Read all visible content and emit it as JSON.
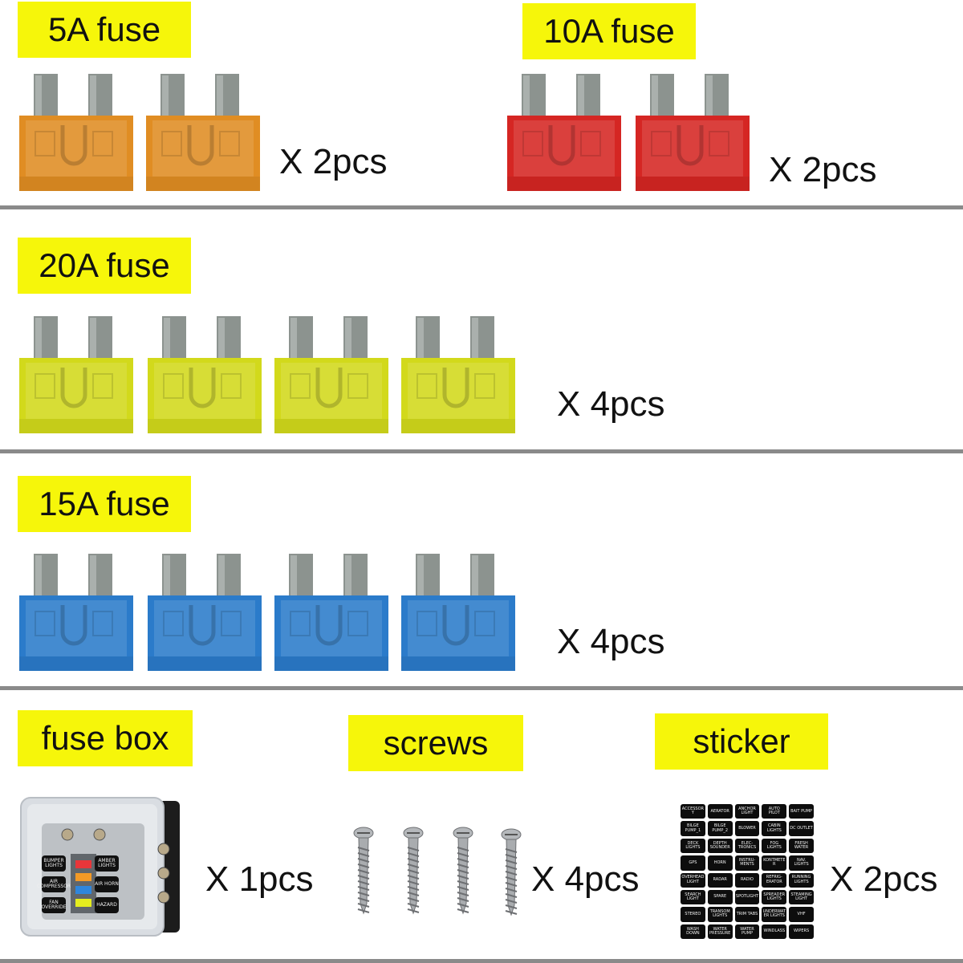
{
  "sections": {
    "fuse5": {
      "label": "5A fuse",
      "qty": "X 2pcs",
      "color": "#f39a26",
      "count": 2
    },
    "fuse10": {
      "label": "10A fuse",
      "qty": "X 2pcs",
      "color": "#e82a26",
      "count": 2
    },
    "fuse20": {
      "label": "20A fuse",
      "qty": "X 4pcs",
      "color": "#e4ec1e",
      "count": 4
    },
    "fuse15": {
      "label": "15A fuse",
      "qty": "X 4pcs",
      "color": "#2f86dc",
      "count": 4
    },
    "fusebox": {
      "label": "fuse box",
      "qty": "X 1pcs",
      "slot_labels": [
        "BUMPER LIGHTS",
        "AMBER LIGHTS",
        "AIR COMPRESSOR",
        "AIR HORN",
        "FAN OVERRIDE",
        "HAZARD"
      ]
    },
    "screws": {
      "label": "screws",
      "qty": "X 4pcs",
      "count": 4
    },
    "sticker": {
      "label": "sticker",
      "qty": "X 2pcs",
      "items": [
        "ACCESSORY",
        "AERATOR",
        "ANCHOR LIGHT",
        "AUTO PILOT",
        "BAIT PUMP",
        "BILGE PUMP_1",
        "BILGE PUMP_2",
        "BLOWER",
        "CABIN LIGHTS",
        "DC OUTLET",
        "DECK LIGHTS",
        "DEPTH SOUNDER",
        "ELEC-TRONICS",
        "FOG LIGHTS",
        "FRESH WATER",
        "GPS",
        "HORN",
        "INSTRU-MENTS",
        "KONTMETER",
        "NAV. LIGHTS",
        "OVERHEAD LIGHT",
        "RADAR",
        "RADIO",
        "REFRIG-ERATOR",
        "RUNNING LIGHTS",
        "SEARCH LIGHT",
        "SPARE",
        "SPOTLIGHT",
        "SPREADER LIGHTS",
        "STEAMING LIGHT",
        "STEREO",
        "TRANSOM LIGHTS",
        "TRIM TABS",
        "UNDERWATER LIGHTS",
        "VHF",
        "WASH DOWN",
        "WATER PRESSURE",
        "WATER PUMP",
        "WINDLASS",
        "WIPERS"
      ]
    }
  }
}
